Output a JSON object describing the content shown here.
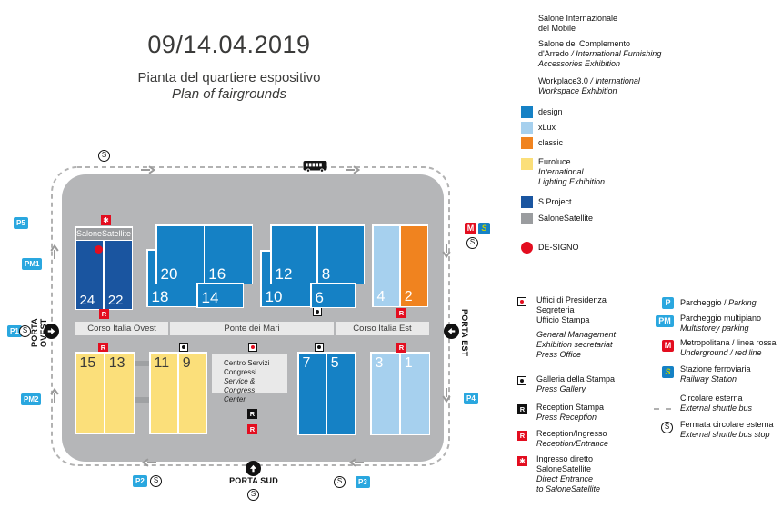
{
  "title": {
    "date": "09/14.04.2019",
    "subtitle_it": "Pianta del quartiere espositivo",
    "subtitle_en": "Plan of fairgrounds"
  },
  "exhibitions": {
    "mobile_1": "Salone Internazionale",
    "mobile_2": "del Mobile",
    "complemento_1": "Salone del Complemento",
    "complemento_2a": "d'Arredo",
    "complemento_2b": "/ International Furnishing",
    "complemento_3": "Accessories Exhibition",
    "workplace_1a": "Workplace3.0",
    "workplace_1b": "/ International",
    "workplace_2": "Workspace Exhibition"
  },
  "categories": {
    "design": "design",
    "xlux": "xLux",
    "classic": "classic",
    "euroluce": "Euroluce",
    "euroluce_en_1": "International",
    "euroluce_en_2": "Lighting Exhibition",
    "sproject": "S.Project",
    "salonesatellite": "SaloneSatellite",
    "designo": "DE-SIGNO"
  },
  "services": {
    "presidenza_1": "Uffici di Presidenza",
    "presidenza_2": "Segreteria",
    "presidenza_3": "Ufficio Stampa",
    "presidenza_en_1": "General Management",
    "presidenza_en_2": "Exhibition secretariat",
    "presidenza_en_3": "Press Office",
    "galleria": "Galleria della Stampa",
    "galleria_en": "Press Gallery",
    "reception_stampa": "Reception Stampa",
    "reception_stampa_en": "Press Reception",
    "reception": "Reception/Ingresso",
    "reception_en": "Reception/Entrance",
    "ingresso_1": "Ingresso diretto",
    "ingresso_2": "SaloneSatellite",
    "ingresso_en_1": "Direct Entrance",
    "ingresso_en_2": "to SaloneSatellite"
  },
  "transport": {
    "parking": "Parcheggio /",
    "parking_en": "Parking",
    "multistorey": "Parcheggio multipiano",
    "multistorey_en": "Multistorey parking",
    "metro": "Metropolitana / linea rossa",
    "metro_en": "Underground / red line",
    "station": "Stazione ferroviaria",
    "station_en": "Railway Station",
    "shuttle": "Circolare esterna",
    "shuttle_en": "External shuttle bus",
    "stop": "Fermata circolare esterna",
    "stop_en": "External shuttle bus stop"
  },
  "map": {
    "satellite_header": "SaloneSatellite",
    "halls": {
      "h24": "24",
      "h22": "22",
      "h20": "20",
      "h16": "16",
      "h18": "18",
      "h14": "14",
      "h12": "12",
      "h8": "8",
      "h10": "10",
      "h6": "6",
      "h4": "4",
      "h2": "2",
      "h15": "15",
      "h13": "13",
      "h11": "11",
      "h9": "9",
      "h7": "7",
      "h5": "5",
      "h3": "3",
      "h1": "1"
    },
    "roads": {
      "ovest": "Corso Italia Ovest",
      "mari": "Ponte dei Mari",
      "est": "Corso Italia Est"
    },
    "centro": {
      "l1": "Centro Servizi",
      "l2": "Congressi",
      "l3": "Service & Congress",
      "l4": "Center"
    },
    "gates": {
      "ovest": "PORTA OVEST",
      "est": "PORTA EST",
      "sud": "PORTA SUD"
    },
    "parking": {
      "p5": "P5",
      "pm1": "PM1",
      "p1": "P1",
      "pm2": "PM2",
      "p2": "P2",
      "p3": "P3",
      "p4": "P4"
    },
    "badges": {
      "r": "R",
      "m": "M",
      "s": "S",
      "stop": "S",
      "asterisk": "✱",
      "p": "P",
      "pm": "PM"
    }
  },
  "colors": {
    "design": "#1581c5",
    "xlux": "#a6d0ee",
    "classic": "#f0831f",
    "euroluce": "#fbdf7a",
    "sproject": "#1a55a0",
    "salonesatellite": "#9a9c9f",
    "designo_red": "#e30d1f",
    "parking_cyan": "#2aa7df",
    "rail_s_yellow": "#c8d200",
    "map_gray": "#b5b6b8"
  }
}
